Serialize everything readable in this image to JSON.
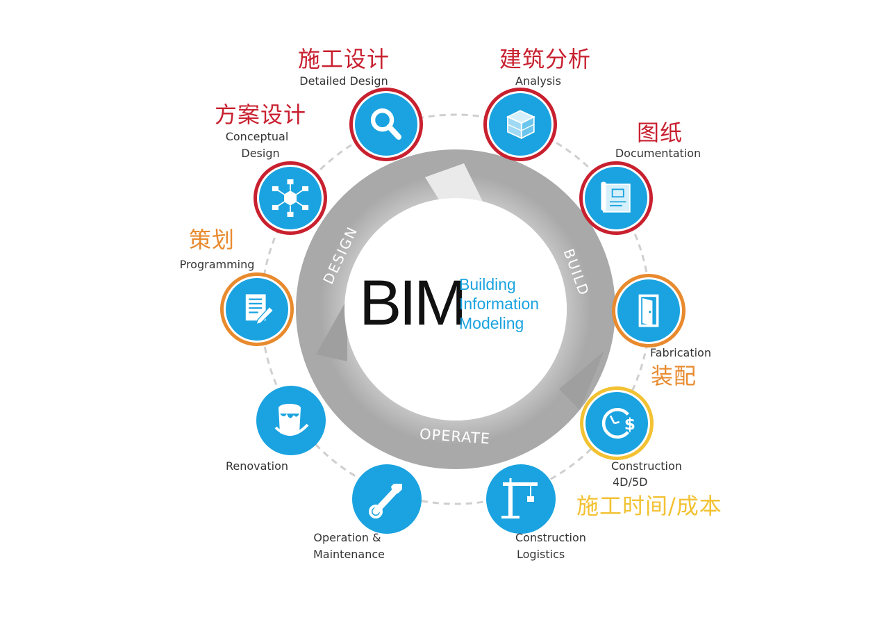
{
  "center": {
    "logo_big": "BIM",
    "logo_line1": "Building",
    "logo_line2": "Information",
    "logo_line3": "Modeling"
  },
  "cycle": {
    "design": "DESIGN",
    "build": "BUILD",
    "operate": "OPERATE"
  },
  "stages": {
    "detailed_design": {
      "cn": "施工设计",
      "en": "Detailed Design"
    },
    "analysis": {
      "cn": "建筑分析",
      "en": "Analysis"
    },
    "conceptual_design": {
      "cn": "方案设计",
      "en1": "Conceptual",
      "en2": "Design"
    },
    "documentation": {
      "cn": "图纸",
      "en": "Documentation"
    },
    "programming": {
      "cn": "策划",
      "en": "Programming"
    },
    "fabrication": {
      "cn": "装配",
      "en": "Fabrication"
    },
    "construction_4d5d": {
      "cn": "施工时间/成本",
      "en1": "Construction",
      "en2": "4D/5D"
    },
    "renovation": {
      "en": "Renovation"
    },
    "operation_maintenance": {
      "en1": "Operation &",
      "en2": "Maintenance"
    },
    "construction_logistics": {
      "en1": "Construction",
      "en2": "Logistics"
    }
  },
  "colors": {
    "icon_blue": "#1aa3e0",
    "ring_red": "#c8202f",
    "ring_orange": "#e88a2e",
    "ring_yellow": "#f2c233",
    "cycle_gray": "#c7c7c7"
  },
  "icons": [
    "magnifier-icon",
    "cube-icon",
    "network-icon",
    "blueprint-icon",
    "document-pen-icon",
    "door-icon",
    "clock-dollar-icon",
    "paint-bucket-icon",
    "wrench-icon",
    "crane-icon"
  ]
}
